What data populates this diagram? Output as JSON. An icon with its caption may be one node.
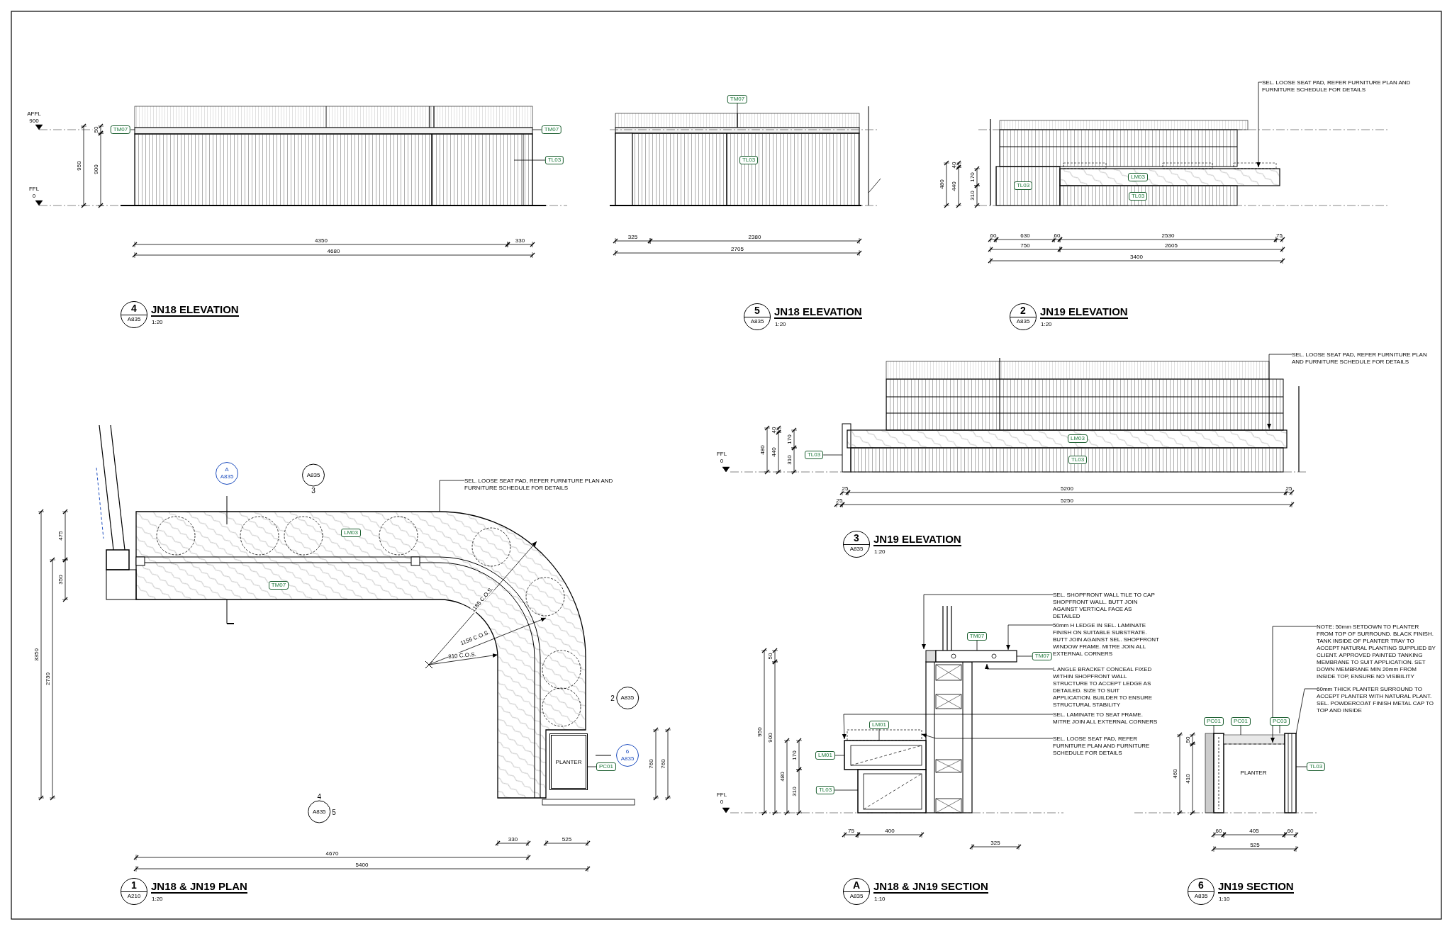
{
  "diagram": {
    "nodes": [
      {
        "text": [
          "4",
          "A835"
        ],
        "beside": [
          "JN18 ELEVATION",
          "1:20"
        ]
      },
      {
        "text": [
          "TM07"
        ]
      },
      {
        "text": [
          "TM07"
        ]
      },
      {
        "text": [
          "TL03"
        ]
      },
      {
        "text": [
          "5",
          "A835"
        ],
        "beside": [
          "JN18 ELEVATION",
          "1:20"
        ]
      },
      {
        "text": [
          "TM07"
        ]
      },
      {
        "text": [
          "TL03"
        ],
        "in": 48
      },
      {
        "text": [
          "2",
          "A835"
        ],
        "beside": [
          "JN19 ELEVATION",
          "1:20"
        ]
      },
      {
        "text": [
          "SEL. LOOSE SEAT PAD, REFER FURNITURE PLAN AND FURNITURE SCHEDULE FOR DETAILS"
        ]
      },
      {
        "text": [
          "TL03"
        ],
        "in": 49
      },
      {
        "text": [
          "LM03"
        ],
        "in": 49
      },
      {
        "text": [
          "TL03"
        ],
        "in": 49
      },
      {
        "text": [
          "3",
          "A835"
        ],
        "beside": [
          "JN19 ELEVATION",
          "1:20"
        ]
      },
      {
        "text": [
          "SEL. LOOSE SEAT PAD, REFER FURNITURE PLAN AND FURNITURE SCHEDULE FOR DETAILS"
        ]
      },
      {
        "text": [
          "TL03"
        ],
        "in": 50
      },
      {
        "text": [
          "LM03"
        ],
        "in": 50
      },
      {
        "text": [
          "TL03"
        ],
        "in": 50
      },
      {
        "text": [
          "A",
          "A835"
        ]
      },
      {
        "text": [
          "A835",
          "3"
        ]
      },
      {
        "text": [
          "SEL. LOOSE SEAT PAD, REFER FURNITURE PLAN AND FURNITURE SCHEDULE FOR DETAILS"
        ]
      },
      {
        "text": [
          "LM03"
        ],
        "in": 51
      },
      {
        "text": [
          "TM07"
        ],
        "in": 51
      },
      {
        "text": [
          "2",
          "A835"
        ]
      },
      {
        "text": [
          "PLANTER"
        ]
      },
      {
        "text": [
          "PC01"
        ]
      },
      {
        "text": [
          "6",
          "A835"
        ]
      },
      {
        "text": [
          "4",
          "A835",
          "5"
        ]
      },
      {
        "text": [
          "1",
          "A210"
        ],
        "beside": [
          "JN18 & JN19 PLAN",
          "1:20"
        ]
      },
      {
        "text": [
          "SEL. SHOPFRONT WALL TILE TO CAP SHOPFRONT WALL. BUTT JOIN AGAINST VERTICAL FACE AS DETAILED"
        ]
      },
      {
        "text": [
          "50mm H LEDGE IN SEL. LAMINATE FINISH ON SUITABLE SUBSTRATE. BUTT JOIN AGAINST SEL. SHOPFRONT WINDOW FRAME. MITRE JOIN ALL EXTERNAL CORNERS"
        ]
      },
      {
        "text": [
          "L ANGLE BRACKET CONCEAL FIXED WITHIN SHOPFRONT WALL STRUCTURE TO ACCEPT LEDGE AS DETAILED. SIZE TO SUIT APPLICATION. BUILDER TO ENSURE STRUCTURAL STABILITY"
        ]
      },
      {
        "text": [
          "SEL. LAMINATE TO SEAT FRAME. MITRE JOIN ALL EXTERNAL CORNERS"
        ]
      },
      {
        "text": [
          "SEL. LOOSE SEAT PAD, REFER FURNITURE PLAN AND FURNITURE SCHEDULE FOR DETAILS"
        ]
      },
      {
        "text": [
          "TM07"
        ],
        "in": 52
      },
      {
        "text": [
          "TM07"
        ]
      },
      {
        "text": [
          "LM01"
        ],
        "in": 52
      },
      {
        "text": [
          "LM01"
        ]
      },
      {
        "text": [
          "TL03"
        ]
      },
      {
        "text": [
          "A",
          "A835"
        ],
        "beside": [
          "JN18 & JN19 SECTION",
          "1:10"
        ]
      },
      {
        "text": [
          "NOTE: 50mm SETDOWN TO PLANTER FROM TOP OF SURROUND. BLACK FINISH. TANK INSIDE OF PLANTER TRAY TO ACCEPT NATURAL PLANTING SUPPLIED BY CLIENT. APPROVED PAINTED TANKING MEMBRANE TO SUIT APPLICATION. SET DOWN MEMBRANE MIN 20mm FROM INSIDE TOP, ENSURE NO VISIBILITY"
        ]
      },
      {
        "text": [
          "60mm THICK PLANTER SURROUND TO ACCEPT PLANTER WITH NATURAL PLANT. SEL. POWDERCOAT FINISH METAL CAP TO TOP AND INSIDE"
        ]
      },
      {
        "text": [
          "PC01"
        ]
      },
      {
        "text": [
          "PC01"
        ]
      },
      {
        "text": [
          "PC03"
        ]
      },
      {
        "text": [
          "TL03"
        ]
      },
      {
        "text": [
          "PLANTER"
        ],
        "in": 53
      },
      {
        "text": [
          "6",
          "A835"
        ],
        "beside": [
          "JN19 SECTION",
          "1:10"
        ]
      },
      {
        "text": [],
        "shape": "picture"
      },
      {
        "text": [],
        "shape": "picture"
      },
      {
        "text": [],
        "shape": "picture"
      },
      {
        "text": [],
        "shape": "picture"
      },
      {
        "text": [],
        "shape": "picture"
      },
      {
        "text": [],
        "shape": "picture"
      },
      {
        "text": [],
        "shape": "picture"
      }
    ],
    "edges": [
      {
        "from": 1,
        "to": 47,
        "arrow": "none"
      },
      {
        "from": 2,
        "to": 47,
        "arrow": "none"
      },
      {
        "from": 3,
        "to": 47,
        "arrow": "none"
      },
      {
        "from": 5,
        "to": 48,
        "arrow": "none"
      },
      {
        "from": 8,
        "to": 49,
        "arrow": "to"
      },
      {
        "from": 13,
        "to": 50,
        "arrow": "to"
      },
      {
        "from": 14,
        "to": 50,
        "arrow": "none"
      },
      {
        "from": 19,
        "to": 51,
        "arrow": "none"
      },
      {
        "from": 24,
        "to": 23,
        "arrow": "none"
      },
      {
        "from": 28,
        "to": 52,
        "arrow": "to"
      },
      {
        "from": 29,
        "to": 52,
        "arrow": "to"
      },
      {
        "from": 30,
        "to": 52,
        "arrow": "to"
      },
      {
        "from": 31,
        "to": 52,
        "arrow": "to"
      },
      {
        "from": 32,
        "to": 52,
        "arrow": "to"
      },
      {
        "from": 33,
        "to": 52,
        "arrow": "none"
      },
      {
        "from": 34,
        "to": 52,
        "arrow": "none"
      },
      {
        "from": 35,
        "to": 52,
        "arrow": "none"
      },
      {
        "from": 36,
        "to": 52,
        "arrow": "none"
      },
      {
        "from": 37,
        "to": 52,
        "arrow": "none"
      },
      {
        "from": 39,
        "to": 53,
        "arrow": "to"
      },
      {
        "from": 40,
        "to": 53,
        "arrow": "none"
      },
      {
        "from": 41,
        "to": 53,
        "arrow": "none"
      },
      {
        "from": 42,
        "to": 53,
        "arrow": "none"
      },
      {
        "from": 43,
        "to": 53,
        "arrow": "none"
      },
      {
        "from": 44,
        "to": 53,
        "arrow": "none"
      }
    ],
    "labels": [
      "AFFL",
      "900",
      "FFL",
      "0",
      "50",
      "950",
      "900",
      "4350",
      "330",
      "4680",
      "325",
      "2380",
      "2705",
      "480",
      "440",
      "40",
      "170",
      "310",
      "60",
      "630",
      "60",
      "2530",
      "75",
      "750",
      "2605",
      "3400",
      "FFL",
      "0",
      "480",
      "440",
      "40",
      "170",
      "310",
      "25",
      "5200",
      "25",
      "25",
      "5250",
      "475",
      "350",
      "3350",
      "2730",
      "1185 C.O.S.",
      "1155 C.O.S.",
      "810 C.O.S.",
      "760",
      "760",
      "330",
      "525",
      "4670",
      "5400",
      "950",
      "900",
      "50",
      "480",
      "170",
      "310",
      "FFL",
      "0",
      "75",
      "400",
      "325",
      "460",
      "50",
      "410",
      "60",
      "405",
      "60",
      "525"
    ]
  }
}
